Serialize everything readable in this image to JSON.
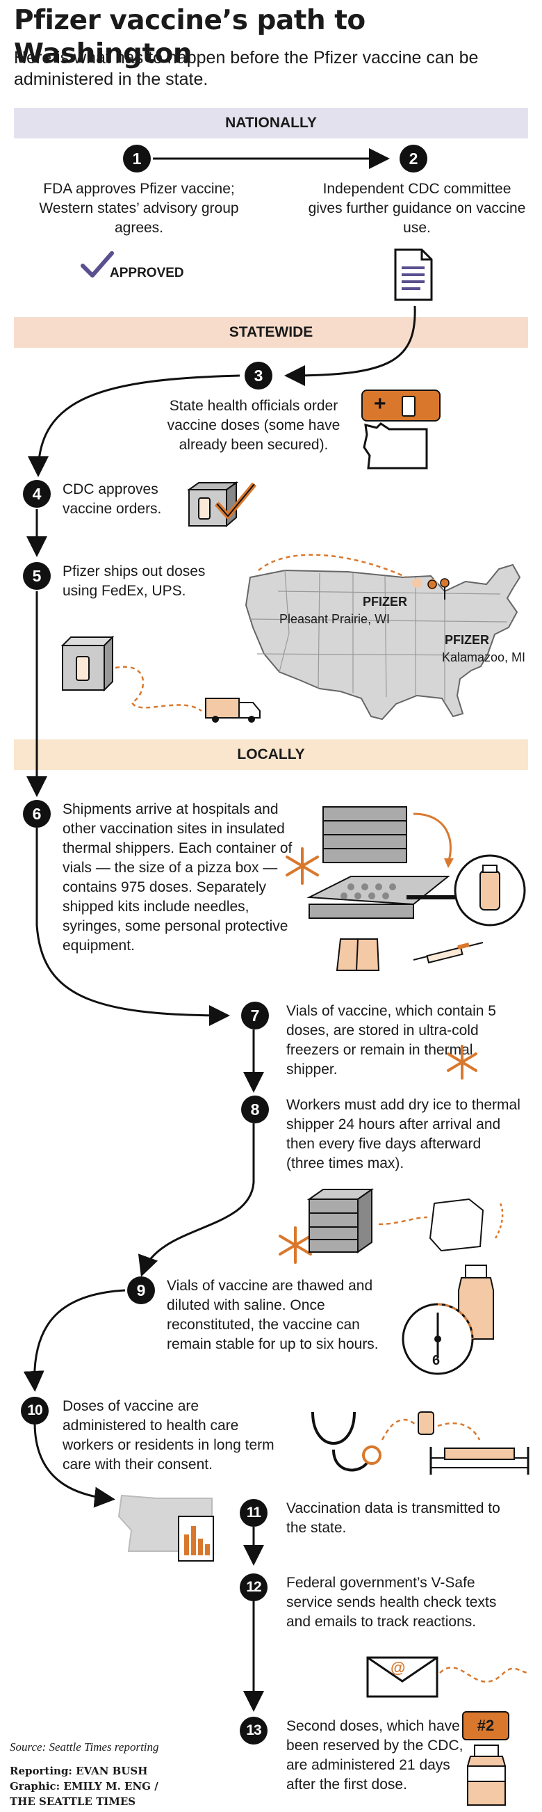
{
  "header": {
    "title": "Pfizer vaccine’s path to Washington",
    "subtitle": "Here is what has to happen before the Pfizer vaccine can be administered in the state."
  },
  "sections": {
    "national": "NATIONALLY",
    "statewide": "STATEWIDE",
    "local": "LOCALLY"
  },
  "steps": [
    {
      "num": "1",
      "text": "FDA approves Pfizer vaccine; Western states’ advisory group agrees."
    },
    {
      "num": "2",
      "text": "Independent CDC committee gives further guidance on vaccine use."
    },
    {
      "num": "3",
      "text": "State health officials order vaccine doses (some have already been secured)."
    },
    {
      "num": "4",
      "text": "CDC approves vaccine orders."
    },
    {
      "num": "5",
      "text": "Pfizer ships out doses using FedEx, UPS."
    },
    {
      "num": "6",
      "text": "Shipments arrive at hospitals and other vaccination sites in insulated thermal shippers. Each container of vials — the size of a pizza box —contains 975 doses. Separately shipped kits include needles, syringes, some personal protective equipment."
    },
    {
      "num": "7",
      "text": "Vials of vaccine, which contain 5 doses, are stored in ultra-cold freezers or remain in thermal shipper."
    },
    {
      "num": "8",
      "text": "Workers must add dry ice to thermal shipper 24 hours after arrival and then every five days afterward (three times max)."
    },
    {
      "num": "9",
      "text": "Vials of vaccine are thawed and diluted with saline. Once reconstituted, the vaccine can remain stable for up to six hours."
    },
    {
      "num": "10",
      "text": "Doses of vaccine are administered to health care workers or residents in long term care with their consent."
    },
    {
      "num": "11",
      "text": "Vaccination data is transmitted to the state."
    },
    {
      "num": "12",
      "text": "Federal government’s V-Safe service sends health check texts and emails to track reactions."
    },
    {
      "num": "13",
      "text": "Second doses, which have been reserved by the CDC, are administered 21 days after the first dose."
    }
  ],
  "labels": {
    "approved": "APPROVED",
    "pfizer1": "PFIZER",
    "place1": "Pleasant Prairie, WI",
    "pfizer2": "PFIZER",
    "place2": "Kalamazoo, MI",
    "clock_number": "6",
    "order_plus": "+",
    "second_dose": "#2",
    "email_at": "@"
  },
  "footer": {
    "source": "Source: Seattle Times reporting",
    "credit1": "Reporting: EVAN BUSH",
    "credit2": "Graphic: EMILY M. ENG /",
    "credit3": "THE SEATTLE TIMES"
  },
  "colors": {
    "accent": "#d9782d",
    "national_band": "#e4e1ef",
    "state_band": "#f7dccb",
    "local_band": "#f9e6cd",
    "check": "#5a4f8f"
  }
}
